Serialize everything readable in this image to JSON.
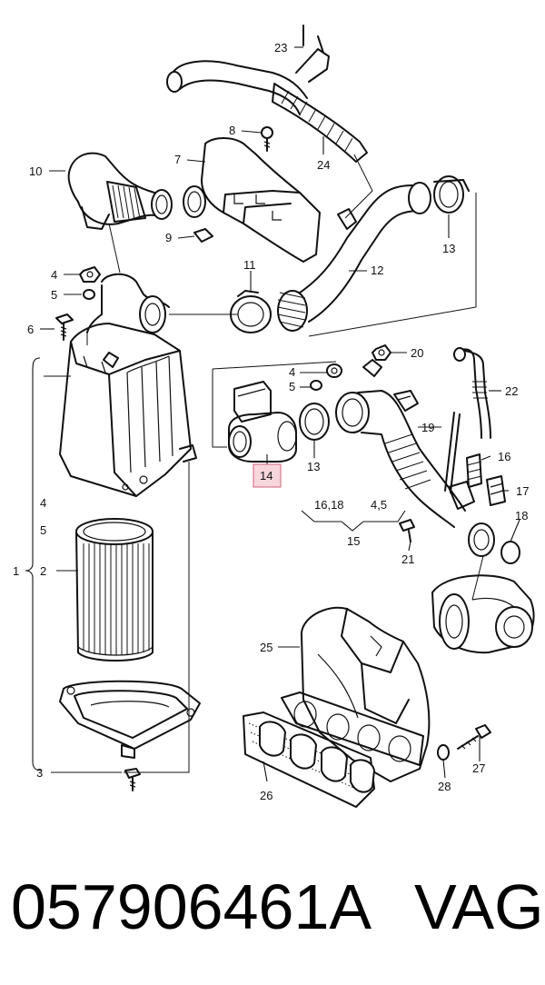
{
  "labels": {
    "l1": "1",
    "l2": "2",
    "l3": "3",
    "l4a": "4",
    "l4b": "4",
    "l5a": "5",
    "l5b": "5",
    "l6": "6",
    "l7": "7",
    "l8": "8",
    "l9": "9",
    "l10": "10",
    "l11": "11",
    "l12": "12",
    "l13a": "13",
    "l13b": "13",
    "l14": "14",
    "l15": "15",
    "l16": "16",
    "l1618": "16,18",
    "l45": "4,5",
    "l17": "17",
    "l18": "18",
    "l19": "19",
    "l20": "20",
    "l21": "21",
    "l22": "22",
    "l23": "23",
    "l24": "24",
    "l25": "25",
    "l26": "26",
    "l27": "27",
    "l28": "28"
  },
  "highlight": {
    "color": "#f7d6dc",
    "border": "#d77a8c",
    "label": "14"
  },
  "footer": {
    "part_number": "057906461A",
    "brand": "VAG"
  }
}
